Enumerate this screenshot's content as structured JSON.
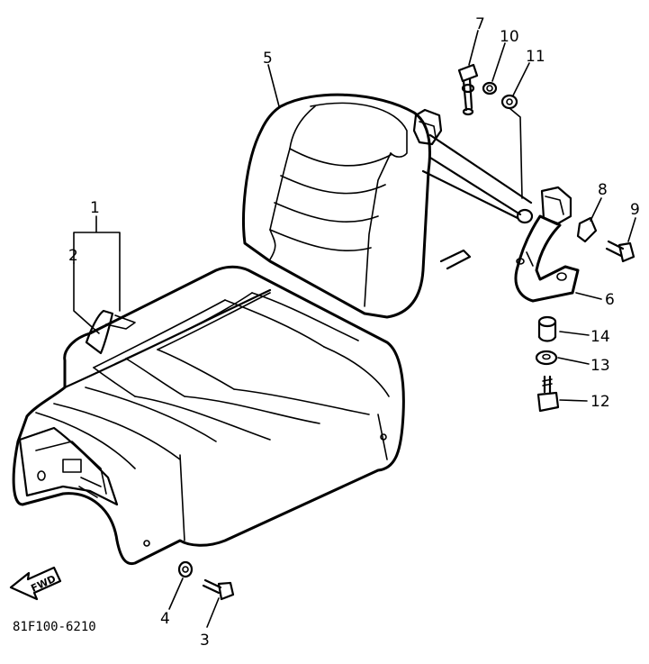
{
  "diagram": {
    "callouts": [
      {
        "id": "c1",
        "label": "1"
      },
      {
        "id": "c2",
        "label": "2"
      },
      {
        "id": "c3",
        "label": "3"
      },
      {
        "id": "c4",
        "label": "4"
      },
      {
        "id": "c5",
        "label": "5"
      },
      {
        "id": "c6",
        "label": "6"
      },
      {
        "id": "c7",
        "label": "7"
      },
      {
        "id": "c8",
        "label": "8"
      },
      {
        "id": "c9",
        "label": "9"
      },
      {
        "id": "c10",
        "label": "10"
      },
      {
        "id": "c11",
        "label": "11"
      },
      {
        "id": "c12",
        "label": "12"
      },
      {
        "id": "c13",
        "label": "13"
      },
      {
        "id": "c14",
        "label": "14"
      }
    ],
    "fwd_label": "FWD",
    "figure_code": "81F100-6210"
  }
}
